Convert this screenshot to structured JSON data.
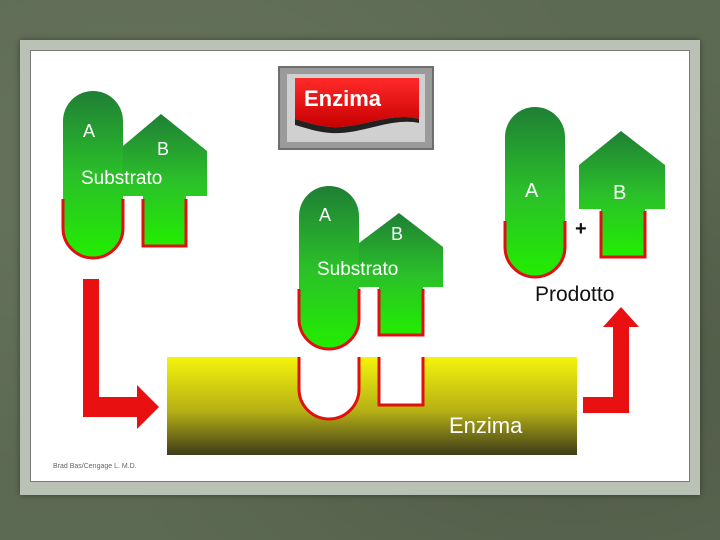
{
  "diagram": {
    "title_badge": "Enzima",
    "substrate_left": {
      "label_a": "A",
      "label_b": "B",
      "name": "Substrato"
    },
    "substrate_center": {
      "label_a": "A",
      "label_b": "B",
      "name": "Substrato"
    },
    "enzyme": {
      "name": "Enzima"
    },
    "product": {
      "label_a": "A",
      "label_b": "B",
      "plus": "+",
      "name": "Prodotto"
    },
    "credit": "Brad Bas/Cengage L. M.D."
  },
  "colors": {
    "green_top": "#1f8a3a",
    "green_bottom": "#22e000",
    "red_outline": "#e01010",
    "enzyme_top": "#f2f20a",
    "enzyme_bottom": "#3a3a1a",
    "frame": "#5d6a53"
  }
}
